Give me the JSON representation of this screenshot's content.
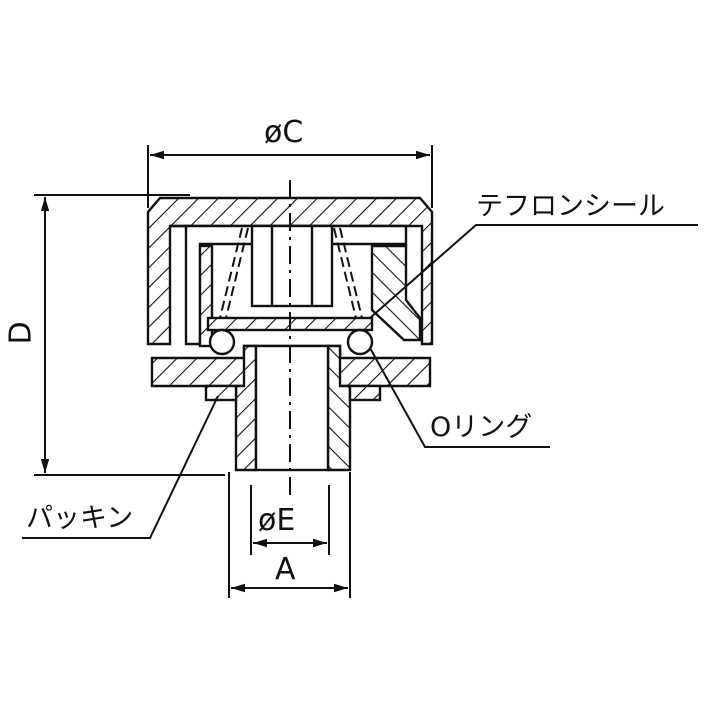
{
  "diagram": {
    "type": "cross-section technical drawing",
    "colors": {
      "line": "#111111",
      "background": "#ffffff"
    },
    "dimensions": {
      "c": "øC",
      "d": "D",
      "e": "øE",
      "a": "A"
    },
    "callouts": {
      "teflon_seal": "テフロンシール",
      "o_ring": "Oリング",
      "packing": "パッキン"
    }
  }
}
